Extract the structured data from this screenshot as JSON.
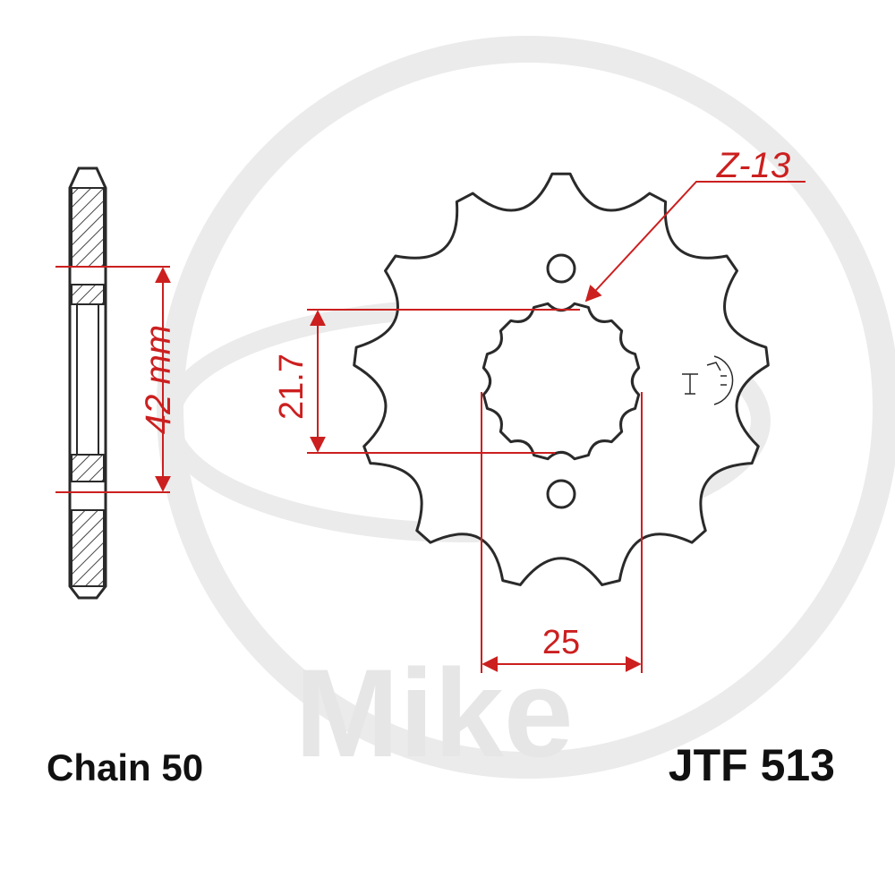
{
  "diagram": {
    "teeth_label": "Z-13",
    "thickness_dim": "42 mm",
    "spline_dim": "21.7",
    "bore_width_dim": "25",
    "chain_label": "Chain 50",
    "part_number": "JTF 513",
    "watermark": "Mike",
    "colors": {
      "outline": "#2a2a2a",
      "dimension": "#cc1f1f",
      "watermark": "#e6e6e6"
    }
  }
}
